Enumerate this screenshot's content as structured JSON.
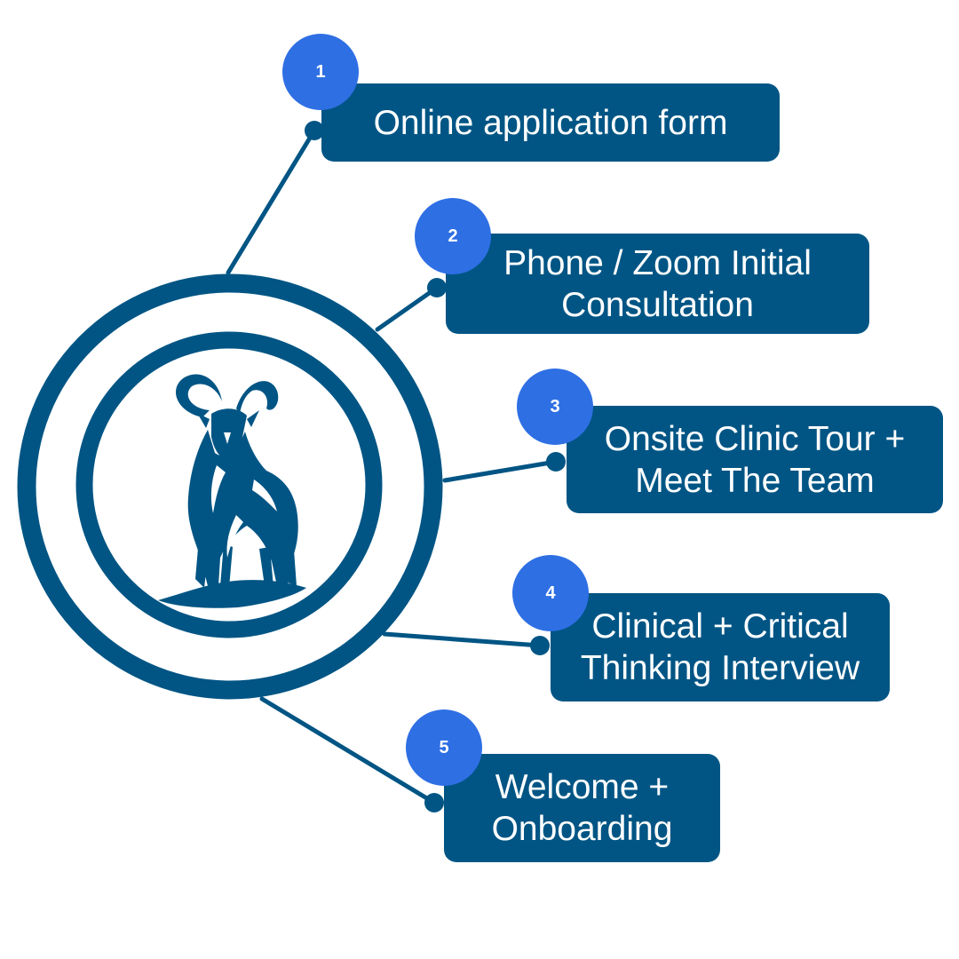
{
  "colors": {
    "primary": "#005584",
    "accent": "#2e6fe4",
    "text_on_box": "#ffffff",
    "background": "#ffffff"
  },
  "emblem": {
    "icon": "mountain-goat-icon"
  },
  "steps": [
    {
      "number": "1",
      "label": "Online application form"
    },
    {
      "number": "2",
      "label": "Phone / Zoom Initial\nConsultation"
    },
    {
      "number": "3",
      "label": "Onsite Clinic Tour +\nMeet The Team"
    },
    {
      "number": "4",
      "label": "Clinical + Critical\nThinking Interview"
    },
    {
      "number": "5",
      "label": "Welcome +\nOnboarding"
    }
  ]
}
